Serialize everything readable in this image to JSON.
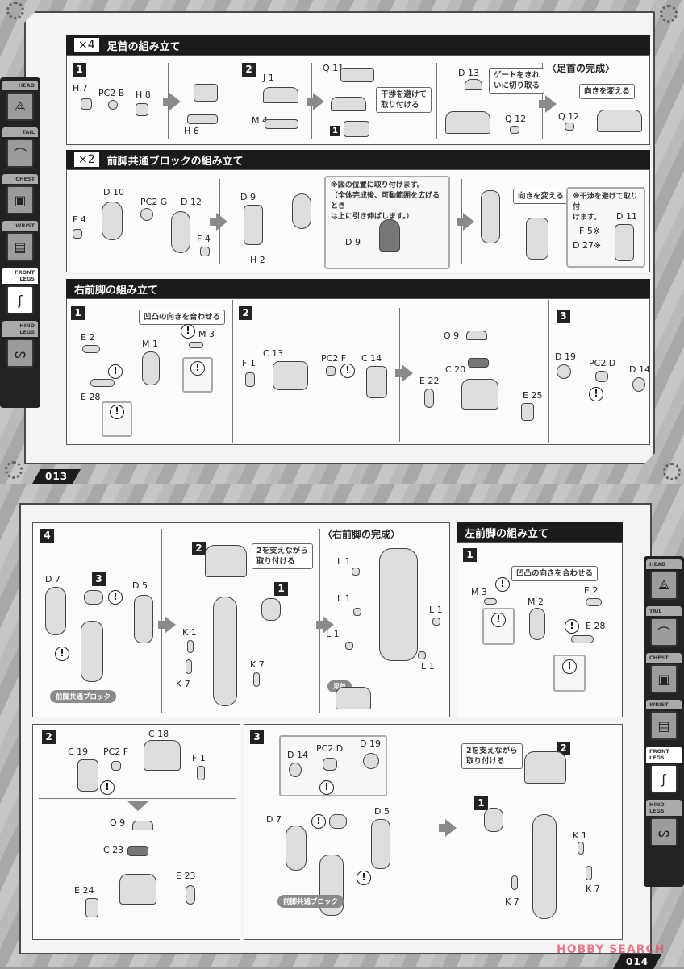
{
  "side_tabs": [
    "HEAD",
    "TAIL",
    "CHEST",
    "WRIST",
    "FRONT LEGS",
    "HIND LEGS"
  ],
  "active_tab": "FRONT LEGS",
  "page_top": {
    "page_number": "013",
    "sections": [
      {
        "qty": "×4",
        "title": "足首の組み立て",
        "step1": {
          "num": "1",
          "parts": [
            "H 7",
            "PC2 B",
            "H 8",
            "H 6"
          ]
        },
        "step2": {
          "num": "2",
          "parts": [
            "J 1",
            "M 4",
            "Q 11",
            "1"
          ],
          "callout": "干渉を避けて\n取り付ける",
          "callout_l1": "干渉を避けて",
          "callout_l2": "取り付ける"
        },
        "step2b": {
          "parts": [
            "D 13",
            "Q 12"
          ],
          "callout_l1": "ゲートをきれ",
          "callout_l2": "いに切り取る"
        },
        "complete": {
          "title": "〈足首の完成〉",
          "callout": "向きを変える",
          "parts": [
            "Q 12"
          ]
        }
      },
      {
        "qty": "×2",
        "title": "前脚共通ブロックの組み立て",
        "parts_a": [
          "D 10",
          "PC2 G",
          "D 12",
          "F 4",
          "F 4"
        ],
        "parts_b": [
          "D 9",
          "H 2"
        ],
        "note_l1": "※図の位置に取り付けます。",
        "note_l2": "（全体完成後、可動範囲を広げるとき",
        "note_l3": "は上に引き伸ばします。）",
        "note_part": "D 9",
        "callout": "向きを変える",
        "note2_l1": "※干渉を避けて取り付",
        "note2_l2": "けます。",
        "parts_c": [
          "D 11",
          "F 5※",
          "D 27※"
        ]
      },
      {
        "title": "右前脚の組み立て",
        "step1": {
          "num": "1",
          "callout": "凹凸の向きを合わせる",
          "parts": [
            "E 2",
            "M 1",
            "M 3",
            "E 28"
          ]
        },
        "step2": {
          "num": "2",
          "parts": [
            "F 1",
            "C 13",
            "PC2 F",
            "C 14",
            "Q 9",
            "C 20",
            "E 22",
            "E 25"
          ]
        },
        "step3": {
          "num": "3",
          "parts": [
            "D 19",
            "PC2 D",
            "D 14"
          ]
        }
      }
    ]
  },
  "page_bottom": {
    "page_number": "014",
    "right_leg_continued": {
      "step4": {
        "num": "4",
        "parts": [
          "D 7",
          "3",
          "D 5"
        ],
        "pill": "前脚共通ブロック"
      },
      "step4b": {
        "parts": [
          "2",
          "1",
          "K 1",
          "K 7",
          "K 7"
        ],
        "callout_l1": "2を支えながら",
        "callout_l2": "取り付ける"
      },
      "complete": {
        "title": "〈右前脚の完成〉",
        "parts": [
          "L 1",
          "L 1",
          "L 1",
          "L 1",
          "L 1"
        ],
        "pill": "足首"
      }
    },
    "left_leg": {
      "title": "左前脚の組み立て",
      "step1": {
        "num": "1",
        "callout": "凹凸の向きを合わせる",
        "parts": [
          "M 3",
          "M 2",
          "E 2",
          "E 28"
        ]
      },
      "step2": {
        "num": "2",
        "parts": [
          "C 19",
          "PC2 F",
          "C 18",
          "F 1",
          "Q 9",
          "C 23",
          "E 24",
          "E 23"
        ]
      },
      "step3": {
        "num": "3",
        "parts": [
          "D 14",
          "PC2 D",
          "D 19",
          "D 7",
          "D 5"
        ],
        "pill": "前脚共通ブロック"
      },
      "step3b": {
        "parts": [
          "1",
          "2",
          "K 1",
          "K 7",
          "K 7"
        ],
        "callout_l1": "2を支えながら",
        "callout_l2": "取り付ける"
      }
    }
  },
  "watermark": "HOBBY SEARCH"
}
